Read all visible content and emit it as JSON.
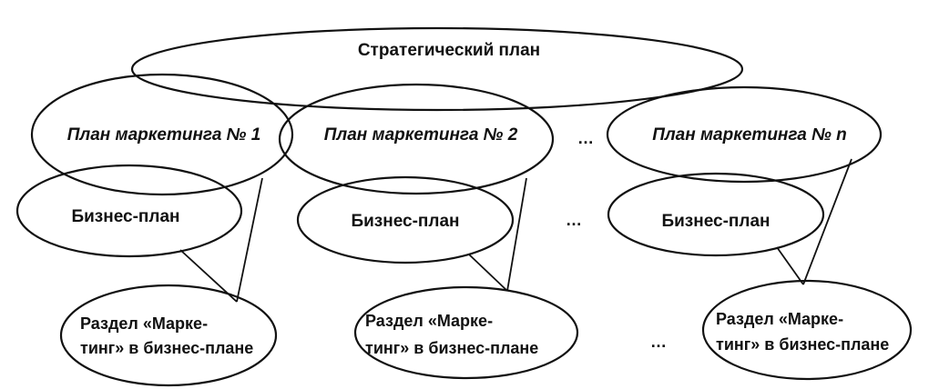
{
  "strategic_plan": {
    "label": "Стратегический план"
  },
  "marketing_plans": [
    {
      "label": "План маркетинга № 1"
    },
    {
      "label": "План маркетинга № 2"
    },
    {
      "label": "План маркетинга № n"
    }
  ],
  "business_plans": [
    {
      "label": "Бизнес-план"
    },
    {
      "label": "Бизнес-план"
    },
    {
      "label": "Бизнес-план"
    }
  ],
  "marketing_sections": [
    {
      "line1": "Раздел «Марке-",
      "line2": "тинг» в бизнес-плане"
    },
    {
      "line1": "Раздел «Марке-",
      "line2": "тинг» в бизнес-плане"
    },
    {
      "line1": "Раздел «Марке-",
      "line2": "тинг» в бизнес-плане"
    }
  ],
  "ellipsis": "…"
}
